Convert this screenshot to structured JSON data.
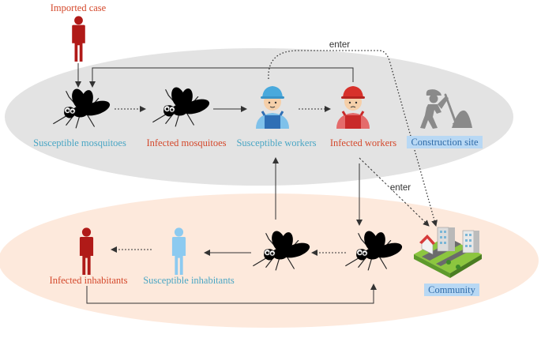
{
  "labels": {
    "imported_case": "Imported case",
    "enter_top": "enter",
    "enter_mid": "enter",
    "susceptible_mosquitoes": "Susceptible mosquitoes",
    "infected_mosquitoes": "Infected mosquitoes",
    "susceptible_workers": "Susceptible workers",
    "infected_workers": "Infected workers",
    "construction_site": "Construction site",
    "infected_inhabitants": "Infected inhabitants",
    "susceptible_inhabitants": "Susceptible inhabitants",
    "community": "Community"
  },
  "colors": {
    "infected": "#d4482b",
    "susceptible": "#4aa6c4",
    "label_highlight": "#b8d8f4",
    "construction_region": "#e3e3e3",
    "community_region": "#fde9dc",
    "infected_person": "#b01a18",
    "susceptible_person": "#8ccaf0",
    "arrow": "#333333"
  },
  "icons": {
    "imported_case": "person-icon",
    "susceptible_mosquito": "mosquito-icon",
    "infected_mosquito": "mosquito-icon",
    "susceptible_worker": "worker-icon",
    "infected_worker": "worker-icon",
    "construction_site": "construction-worker-icon",
    "infected_inhabitant": "person-icon",
    "susceptible_inhabitant": "person-icon",
    "community": "buildings-icon"
  }
}
